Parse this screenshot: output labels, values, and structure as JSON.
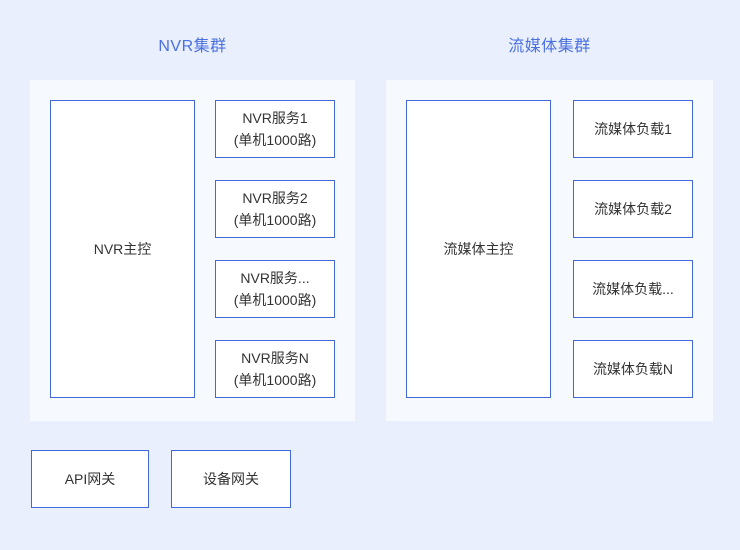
{
  "colors": {
    "page_background": "#E9EFFC",
    "panel_background": "#F6F9FE",
    "box_border": "#4169D9",
    "title_text": "#4A70E2",
    "box_text": "#333333"
  },
  "clusters": [
    {
      "title": "NVR集群",
      "master": "NVR主控",
      "nodes": [
        {
          "lines": [
            "NVR服务1",
            "(单机1000路)"
          ]
        },
        {
          "lines": [
            "NVR服务2",
            "(单机1000路)"
          ]
        },
        {
          "lines": [
            "NVR服务...",
            "(单机1000路)"
          ]
        },
        {
          "lines": [
            "NVR服务N",
            "(单机1000路)"
          ]
        }
      ]
    },
    {
      "title": "流媒体集群",
      "master": "流媒体主控",
      "nodes": [
        {
          "lines": [
            "流媒体负载1"
          ]
        },
        {
          "lines": [
            "流媒体负载2"
          ]
        },
        {
          "lines": [
            "流媒体负载..."
          ]
        },
        {
          "lines": [
            "流媒体负载N"
          ]
        }
      ]
    }
  ],
  "gateways": [
    {
      "label": "API网关"
    },
    {
      "label": "设备网关"
    }
  ]
}
